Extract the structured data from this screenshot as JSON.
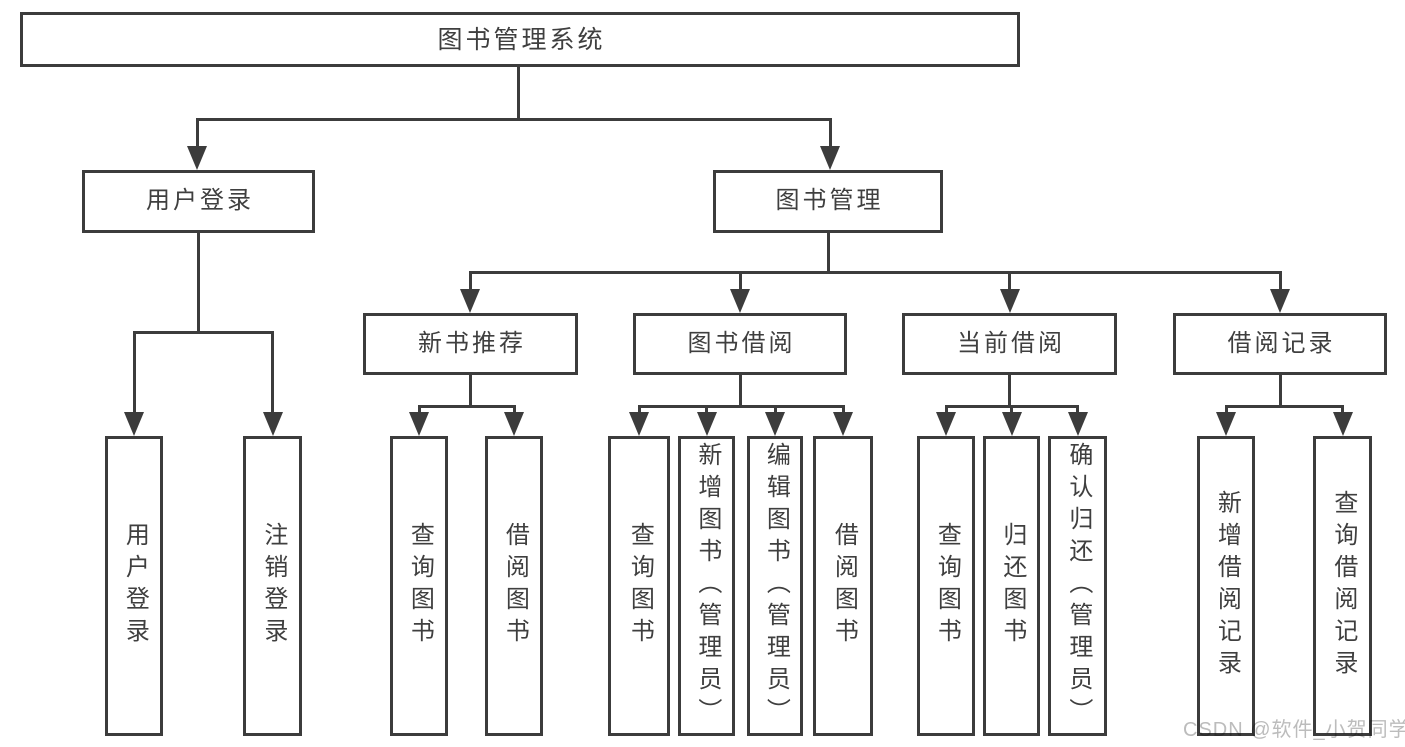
{
  "style": {
    "line_color": "#3c3c3c",
    "text_color": "#3f3f3f",
    "box_background": "#ffffff",
    "watermark_color": "#bcbcbc"
  },
  "diagram": {
    "type": "hierarchy-structure-chart",
    "root": {
      "label": "图书管理系统",
      "children": [
        {
          "label": "用户登录",
          "children": [
            {
              "label": "用户登录"
            },
            {
              "label": "注销登录"
            }
          ]
        },
        {
          "label": "图书管理",
          "children": [
            {
              "label": "新书推荐",
              "children": [
                {
                  "label": "查询图书"
                },
                {
                  "label": "借阅图书"
                }
              ]
            },
            {
              "label": "图书借阅",
              "children": [
                {
                  "label": "查询图书"
                },
                {
                  "label": "新增图书（管理员）"
                },
                {
                  "label": "编辑图书（管理员）"
                },
                {
                  "label": "借阅图书"
                }
              ]
            },
            {
              "label": "当前借阅",
              "children": [
                {
                  "label": "查询图书"
                },
                {
                  "label": "归还图书"
                },
                {
                  "label": "确认归还（管理员）"
                }
              ]
            },
            {
              "label": "借阅记录",
              "children": [
                {
                  "label": "新增借阅记录"
                },
                {
                  "label": "查询借阅记录"
                }
              ]
            }
          ]
        }
      ]
    }
  },
  "watermark": {
    "text": "CSDN @软件_小贺同学"
  }
}
